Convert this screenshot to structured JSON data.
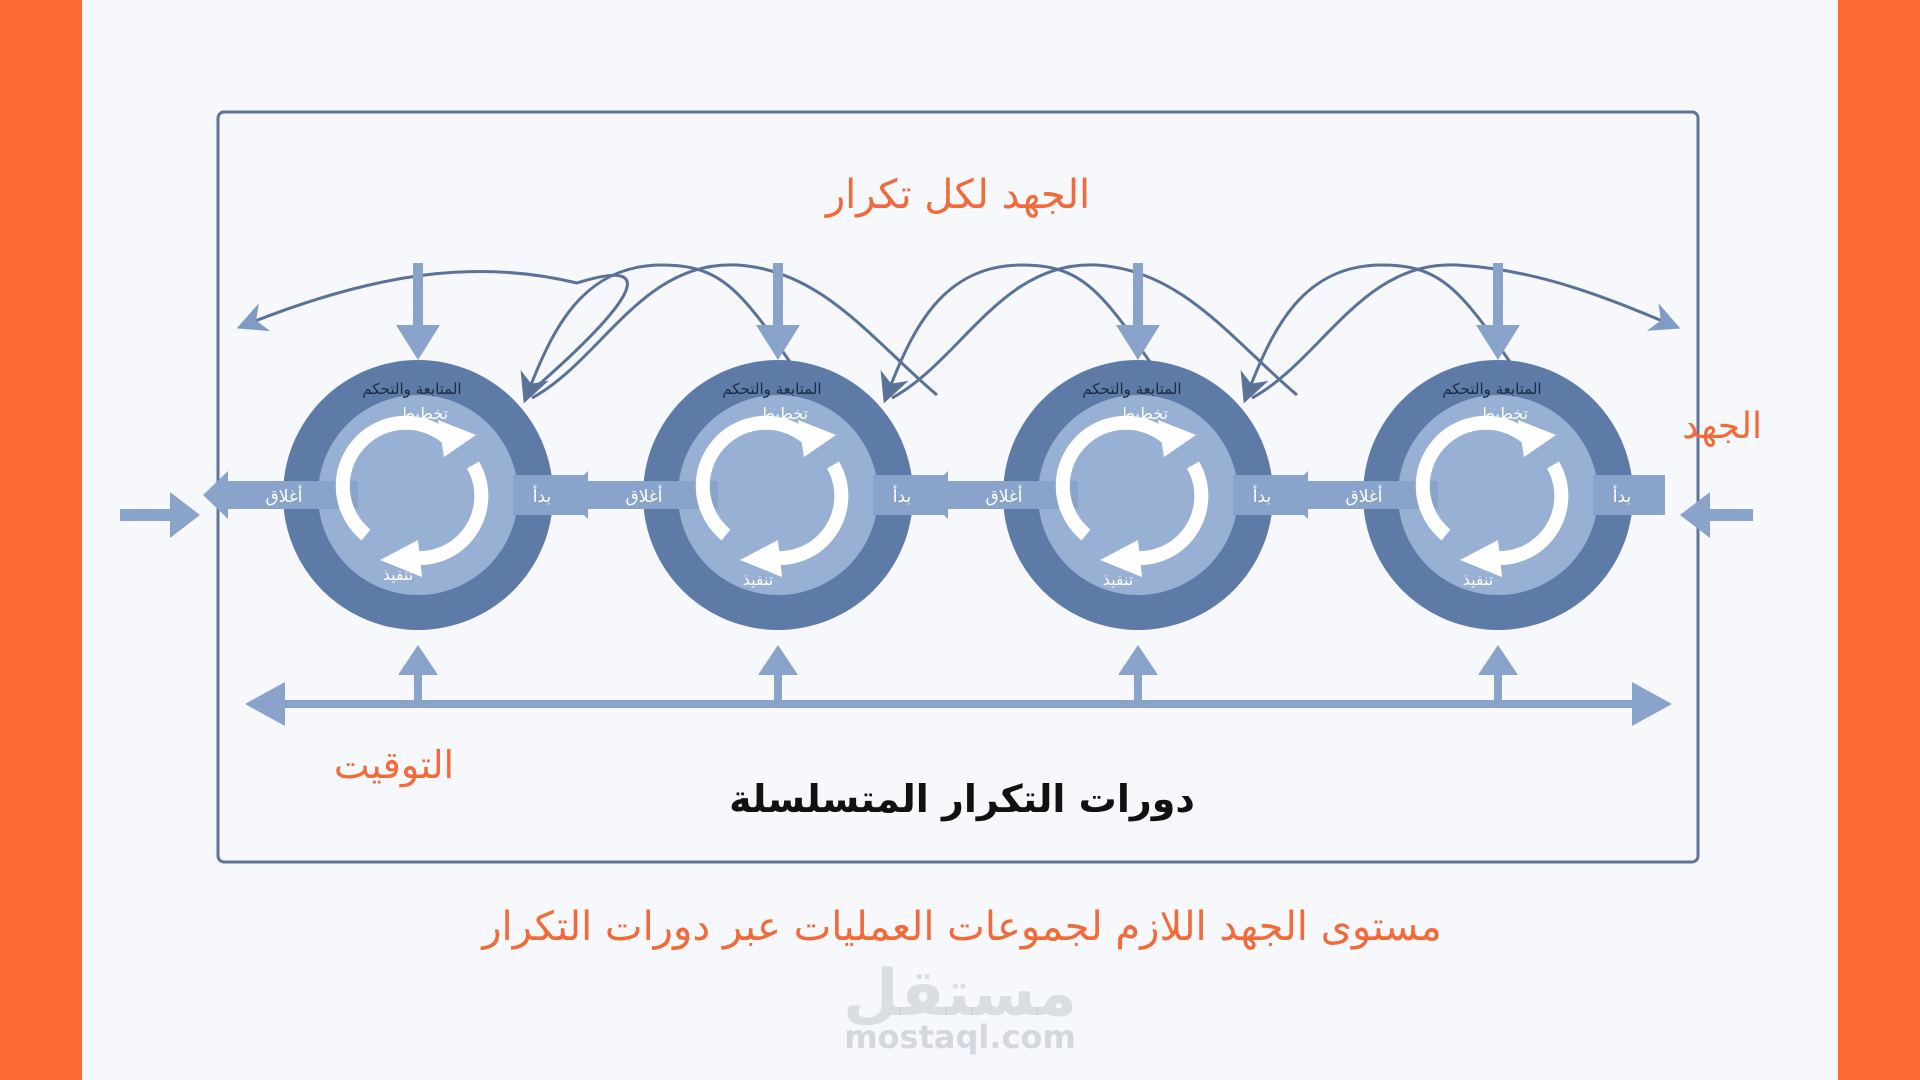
{
  "title_effort_per_iteration": "الجهد لكل تكرار",
  "label_effort": "الجهد",
  "label_timing": "التوقيت",
  "diagram_title": "دورات التكرار المتسلسلة",
  "caption": "مستوى الجهد اللازم  لجموعات العمليات عبر دورات التكرار",
  "watermark": {
    "logo": "مستقل",
    "site": "mostaql.com"
  },
  "cycles": [
    {
      "monitor": "المتابعة والتحكم",
      "plan": "تخطيط",
      "start": "بدأ",
      "close": "أغلاق",
      "execute": "تنفيذ"
    },
    {
      "monitor": "المتابعة والتحكم",
      "plan": "تخطيط",
      "start": "بدأ",
      "close": "أغلاق",
      "execute": "تنفيذ"
    },
    {
      "monitor": "المتابعة والتحكم",
      "plan": "تخطيط",
      "start": "بدأ",
      "close": "أغلاق",
      "execute": "تنفيذ"
    },
    {
      "monitor": "المتابعة والتحكم",
      "plan": "تخطيط",
      "start": "بدأ",
      "close": "أغلاق",
      "execute": "تنفيذ"
    }
  ],
  "colors": {
    "accent": "#f26a3a",
    "frame": "#5f7497",
    "arrow": "#8aa3ca",
    "curve": "#5a7198",
    "ring": "#5e7ba8",
    "disc": "#97b0d4"
  }
}
